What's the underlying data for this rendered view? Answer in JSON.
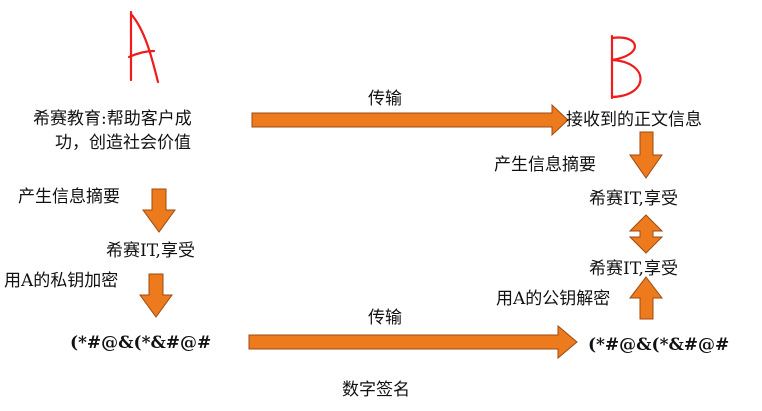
{
  "colors": {
    "arrow_fill": "#ee7a1e",
    "arrow_stroke": "#9c4b12",
    "handwriting": "#ee1c1c",
    "text": "#111111"
  },
  "handwritten": {
    "sender": "A",
    "receiver": "B"
  },
  "sender": {
    "message_line1": "希赛教育:帮助客户成",
    "message_line2": "功，创造社会价值",
    "step_digest": "产生信息摘要",
    "digest": "希赛IT,享受",
    "step_encrypt": "用A的私钥加密",
    "ciphertext": "(*#@&(*&#@#"
  },
  "transmission": {
    "top_label": "传输",
    "bottom_label": "传输"
  },
  "receiver": {
    "received_text": "接收到的正文信息",
    "step_digest": "产生信息摘要",
    "digest_from_text": "希赛IT,享受",
    "digest_decrypted": "希赛IT,享受",
    "step_decrypt": "用A的公钥解密",
    "ciphertext": "(*#@&(*&#@#"
  },
  "caption": "数字签名"
}
